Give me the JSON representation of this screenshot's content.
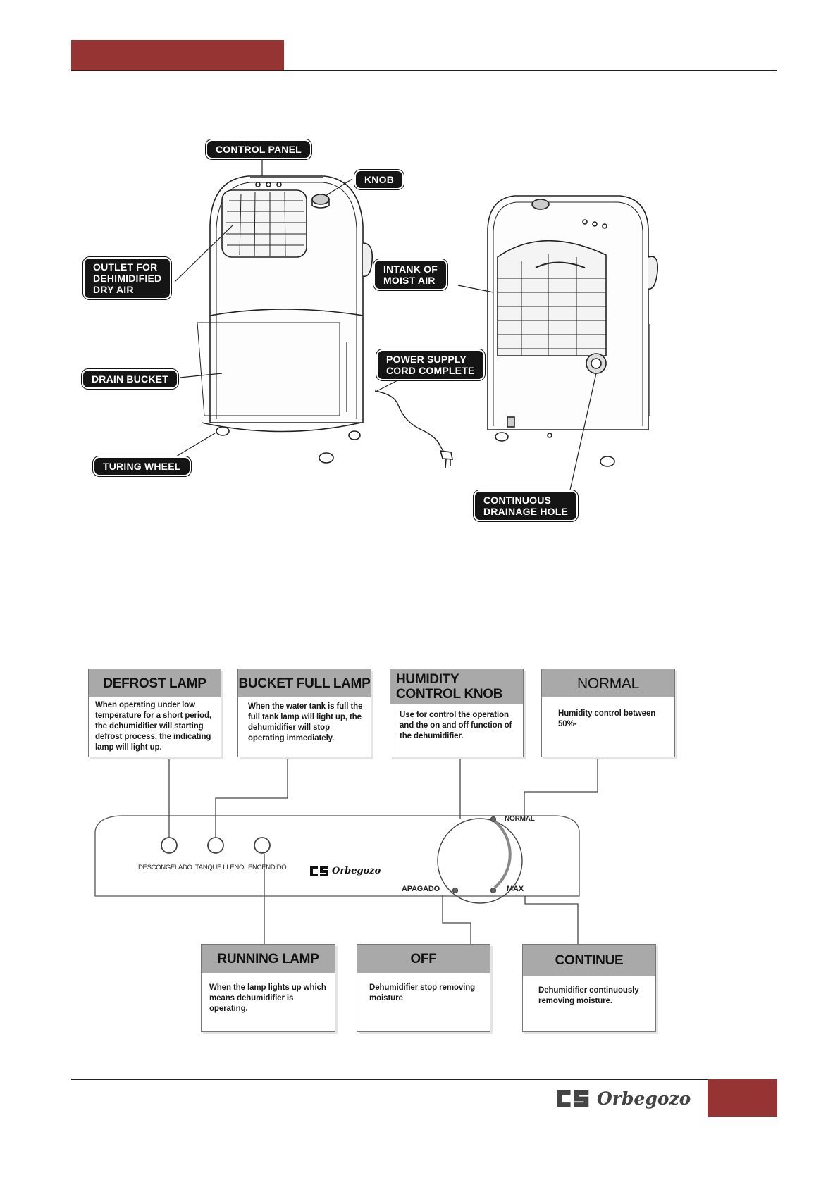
{
  "colors": {
    "accent": "#963333",
    "box_title_bg": "#a9a9a9",
    "tag_bg": "#151515"
  },
  "product_callouts": {
    "control_panel": "CONTROL PANEL",
    "knob": "KNOB",
    "outlet": "OUTLET FOR\nDEHIMIDIFIED\nDRY AIR",
    "intank": "INTANK OF\nMOIST AIR",
    "drain_bucket": "DRAIN BUCKET",
    "power_supply": "POWER SUPPLY\nCORD COMPLETE",
    "turing_wheel": "TURING WHEEL",
    "continuous_drainage": "CONTINUOUS\nDRAINAGE HOLE"
  },
  "control_boxes": {
    "defrost": {
      "title": "DEFROST LAMP",
      "text": "When operating under low temperature for a short period, the dehumidifier will starting defrost process, the indicating lamp will light up."
    },
    "bucket_full": {
      "title": "BUCKET FULL LAMP",
      "text": "When the water tank is full the full tank lamp will light up, the dehumidifier will stop operating immediately."
    },
    "humidity_knob": {
      "title": "HUMIDITY CONTROL KNOB",
      "text": "Use for control the operation and the on and off function of the dehumidifier."
    },
    "normal": {
      "title": "NORMAL",
      "text": "Humidity control between 50%-"
    },
    "running": {
      "title": "RUNNING LAMP",
      "text": "When the lamp lights up which means dehumidifier is operating."
    },
    "off": {
      "title": "OFF",
      "text": "Dehumidifier stop removing moisture"
    },
    "continue": {
      "title": "CONTINUE",
      "text": "Dehumidifier continuously removing moisture."
    }
  },
  "panel": {
    "lamp_labels": [
      "DESCONGELADO",
      "TANQUE LLENO",
      "ENCENDIDO"
    ],
    "dial_normal": "NORMAL",
    "dial_apagado": "APAGADO",
    "dial_max": "MAX",
    "brand": "Orbegozo"
  },
  "footer": {
    "brand": "Orbegozo"
  }
}
